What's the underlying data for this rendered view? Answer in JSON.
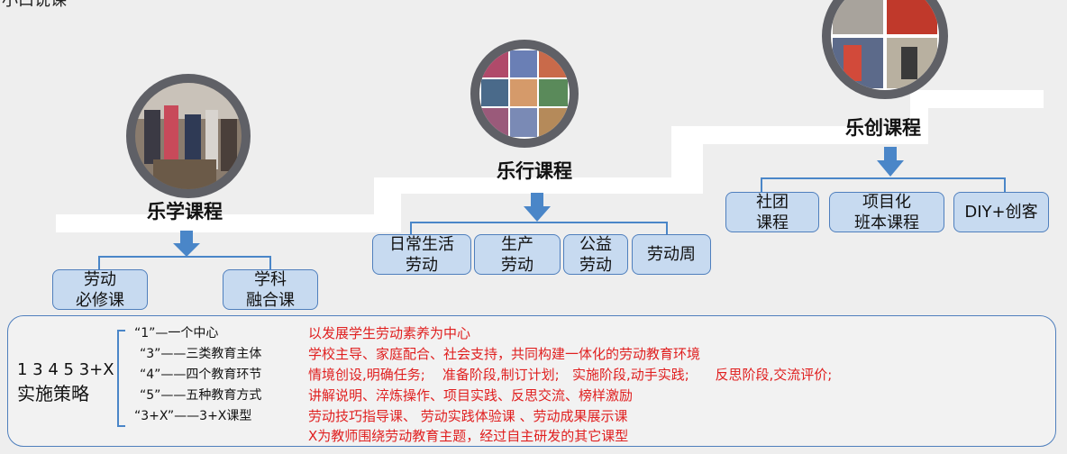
{
  "header_fragment": "小口说课",
  "courses": [
    {
      "title": "乐学课程",
      "boxes": [
        "劳动\n必修课",
        "学科\n融合课"
      ]
    },
    {
      "title": "乐行课程",
      "boxes": [
        "日常生活\n劳动",
        "生产\n劳动",
        "公益\n劳动",
        "劳动周"
      ]
    },
    {
      "title": "乐创课程",
      "boxes": [
        "社团\n课程",
        "项目化\n班本课程",
        "DIY+创客"
      ]
    }
  ],
  "strategy": {
    "label_line1": "1 3 4 5 3+X",
    "label_line2": "实施策略",
    "rows": [
      {
        "left": "“1”—一个中心",
        "right": "以发展学生劳动素养为中心"
      },
      {
        "left": "“3”——三类教育主体",
        "right": "学校主导、家庭配合、社会支持，共同构建一体化的劳动教育环境"
      },
      {
        "left": "“4”——四个教育环节",
        "right": "情境创设,明确任务;    准备阶段,制订计划;   实施阶段,动手实践;      反思阶段,交流评价;"
      },
      {
        "left": "“5”——五种教育方式",
        "right": "讲解说明、淬炼操作、项目实践、反思交流、榜样激励"
      },
      {
        "left": "“3+X”——3+X课型",
        "right": "劳动技巧指导课、 劳动实践体验课 、劳动成果展示课"
      },
      {
        "left": "",
        "right": "X为教师围绕劳动教育主题，经过自主研发的其它课型"
      }
    ]
  },
  "colors": {
    "box_fill": "#c7daf0",
    "box_border": "#4f7fbd",
    "arrow": "#4a86c8",
    "highlight_text": "#e02020",
    "ring": "#5f6066"
  }
}
